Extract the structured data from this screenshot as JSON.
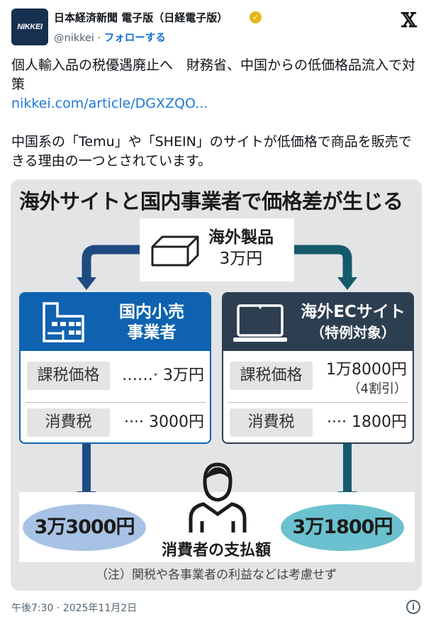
{
  "account": {
    "avatar_text": "NIKKEI",
    "name": "日本経済新聞 電子版（日経電子版）",
    "handle": "@nikkei",
    "separator": " · ",
    "follow": "フォローする"
  },
  "tweet": {
    "headline": "個人輸入品の税優遇廃止へ　財務省、中国からの低価格品流入で対策",
    "link": "nikkei.com/article/DGXZQO...",
    "body": "中国系の「Temu」や「SHEIN」のサイトが低価格で商品を販売できる理由の一つとされています。"
  },
  "infographic": {
    "title": "海外サイトと国内事業者で価格差が生じる",
    "product": {
      "label": "海外製品",
      "price": "3万円"
    },
    "domestic": {
      "title1": "国内小売",
      "title2": "事業者",
      "tax_label": "課税価格",
      "tax_value": "……· 3万円",
      "ctax_label": "消費税",
      "ctax_value": "···· 3000円",
      "total": "3万3000円"
    },
    "overseas": {
      "title1": "海外ECサイト",
      "title2": "（特例対象）",
      "tax_label": "課税価格",
      "tax_value": "1万8000円",
      "tax_note": "（4割引）",
      "ctax_label": "消費税",
      "ctax_value": "···· 1800円",
      "total": "3万1800円"
    },
    "consumer_label": "消費者の支払額",
    "note": "（注）関税や各事業者の利益などは考慮せず",
    "colors": {
      "domestic": "#0f62b0",
      "overseas": "#2c3e50",
      "arrow_left": "#1e4a82",
      "arrow_right": "#155a6b"
    }
  },
  "footer": {
    "timestamp": "午後7:30 · 2025年11月2日"
  }
}
